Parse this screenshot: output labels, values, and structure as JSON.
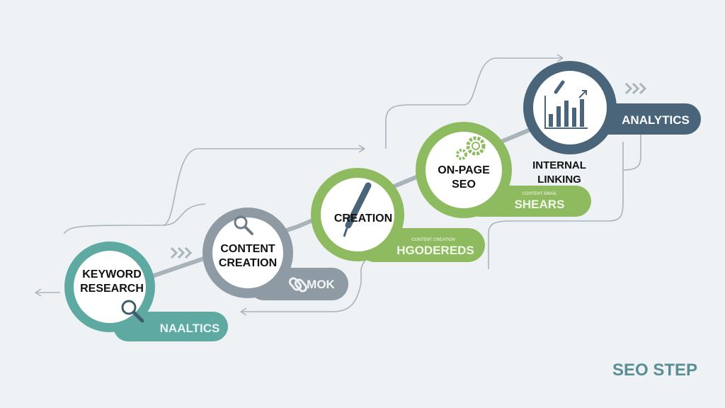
{
  "colors": {
    "teal": "#5ea9a2",
    "gray": "#8f9ba4",
    "green": "#8fbb60",
    "slate": "#4a6579",
    "bg": "#eef2f4"
  },
  "steps": [
    {
      "title_lines": [
        "KEYWORD",
        "RESEARCH"
      ],
      "pill": "NAALTICS",
      "icon": "magnifier-icon"
    },
    {
      "title_lines": [
        "CONTENT",
        "CREATION"
      ],
      "pill": "MOK",
      "icon": "magnifier-icon"
    },
    {
      "title_lines": [
        "CREATION"
      ],
      "pill": "HGODEREDS",
      "pill_small": "CONTENT CREATION",
      "icon": "pen-icon"
    },
    {
      "title_lines": [
        "ON-PAGE",
        "SEO"
      ],
      "pill": "SHEARS",
      "pill_small": "CONTENT EMAIL",
      "icon": "gears-icon",
      "side_lines": [
        "INTERNAL",
        "LINKING"
      ]
    },
    {
      "title_lines": [],
      "pill": "ANALYTICS",
      "icon": "bar-chart-icon"
    }
  ],
  "footer": "SEO STEP"
}
